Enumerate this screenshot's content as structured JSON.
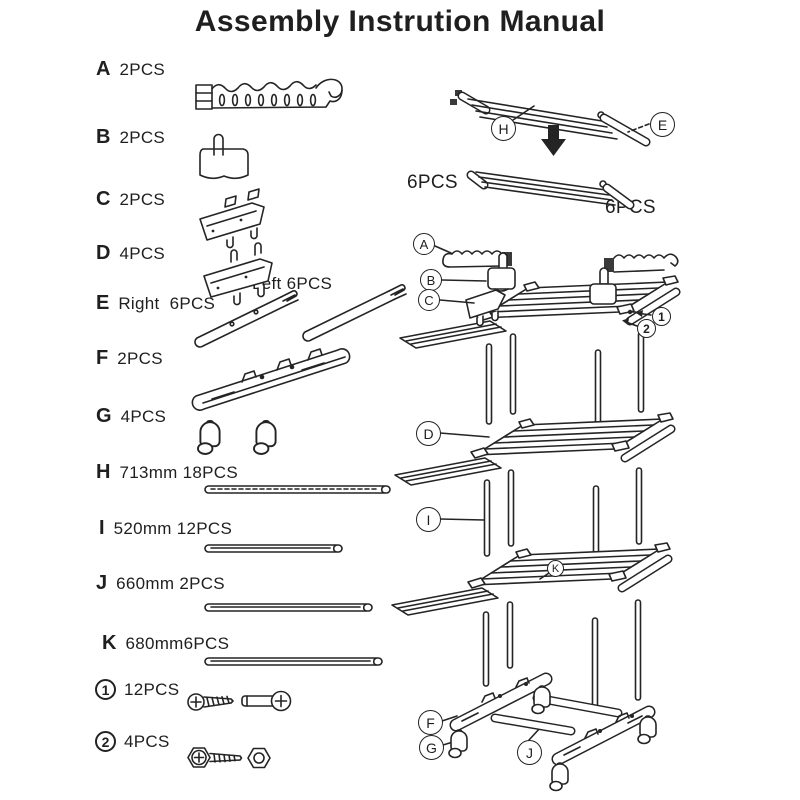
{
  "title": "Assembly Instrution Manual",
  "parts_list": [
    {
      "letter": "A",
      "spec": "2PCS"
    },
    {
      "letter": "B",
      "spec": "2PCS"
    },
    {
      "letter": "C",
      "spec": "2PCS"
    },
    {
      "letter": "D",
      "spec": "4PCS"
    },
    {
      "letter": "E",
      "spec": "Right  6PCS",
      "spec2": "Left 6PCS"
    },
    {
      "letter": "F",
      "spec": "2PCS"
    },
    {
      "letter": "G",
      "spec": "4PCS"
    },
    {
      "letter": "H",
      "spec": "713mm 18PCS"
    },
    {
      "letter": "I",
      "spec": "520mm 12PCS"
    },
    {
      "letter": "J",
      "spec": "660mm 2PCS"
    },
    {
      "letter": "K",
      "spec": "680mm6PCS"
    }
  ],
  "hardware_list": [
    {
      "num": "1",
      "spec": "12PCS"
    },
    {
      "num": "2",
      "spec": "4PCS"
    }
  ],
  "diagram": {
    "step1": {
      "label_h": "H",
      "label_e": "E",
      "qty_left": "6PCS",
      "qty_right": "6PCS"
    },
    "callouts": {
      "a": "A",
      "b": "B",
      "c": "C",
      "d": "D",
      "i": "I",
      "k": "K",
      "f": "F",
      "g": "G",
      "j": "J",
      "n1": "1",
      "n2": "2"
    }
  },
  "colors": {
    "ink": "#242424",
    "paper": "#ffffff"
  }
}
